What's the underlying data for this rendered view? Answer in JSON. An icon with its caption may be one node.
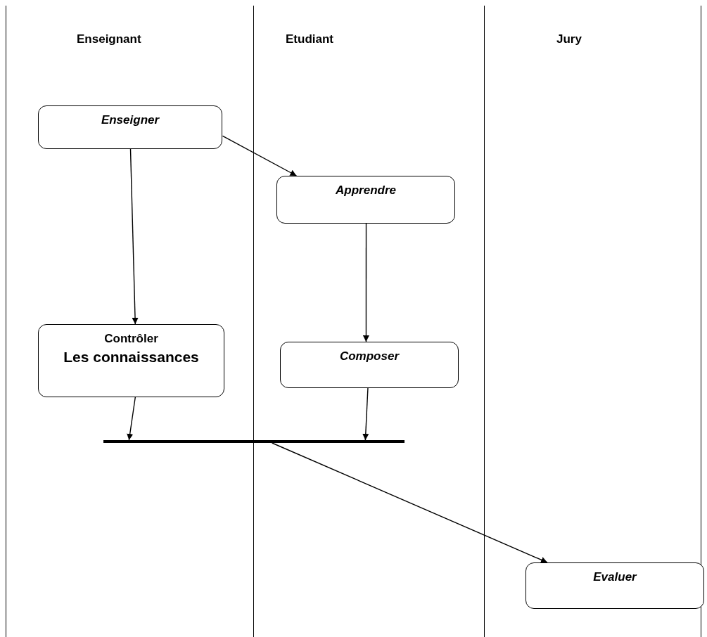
{
  "diagram": {
    "nodes": [
      {
        "text": [
          "Enseignant"
        ]
      },
      {
        "text": [
          "Etudiant"
        ]
      },
      {
        "text": [
          "Jury"
        ]
      },
      {
        "text": [
          "Enseigner"
        ],
        "in": 0
      },
      {
        "text": [
          "Apprendre"
        ],
        "in": 1
      },
      {
        "text": [
          "Contrôler",
          "Les connaissances"
        ],
        "in": 0
      },
      {
        "text": [
          "Composer"
        ],
        "in": 1
      },
      {
        "text": [],
        "shape": "bar"
      },
      {
        "text": [
          "Evaluer"
        ],
        "in": 2
      }
    ],
    "edges": [
      {
        "from": 3,
        "to": 4,
        "arrow": "to"
      },
      {
        "from": 3,
        "to": 5,
        "arrow": "to"
      },
      {
        "from": 4,
        "to": 6,
        "arrow": "to"
      },
      {
        "from": 5,
        "to": 7,
        "arrow": "to"
      },
      {
        "from": 6,
        "to": 7,
        "arrow": "to"
      },
      {
        "from": 7,
        "to": 8,
        "arrow": "to"
      }
    ]
  }
}
